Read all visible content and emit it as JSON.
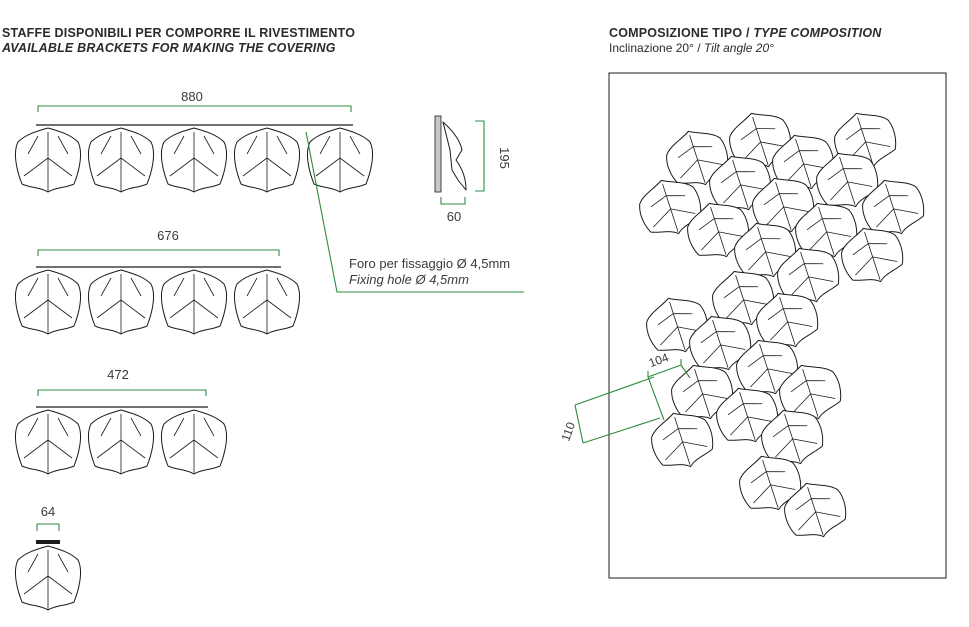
{
  "left_heading": {
    "title_it": "STAFFE DISPONIBILI PER COMPORRE IL RIVESTIMENTO",
    "title_en": "AVAILABLE BRACKETS FOR MAKING THE COVERING"
  },
  "right_heading": {
    "title_it": "COMPOSIZIONE TIPO /",
    "title_en": "TYPE COMPOSITION",
    "subtitle_it": "Inclinazione 20° /",
    "subtitle_en": "Tilt angle 20°"
  },
  "brackets": [
    {
      "width_label": "880",
      "leaves": 5
    },
    {
      "width_label": "676",
      "leaves": 4
    },
    {
      "width_label": "472",
      "leaves": 3
    },
    {
      "width_label": "64",
      "leaves": 1
    }
  ],
  "side_view": {
    "height_label": "195",
    "depth_label": "60"
  },
  "fixing_hole": {
    "label_it": "Foro per fissaggio Ø 4,5mm",
    "label_en": "Fixing hole Ø 4,5mm"
  },
  "composition": {
    "spacing_label": "104",
    "offset_label": "110"
  },
  "colors": {
    "dimension_line": "#2e8b3e",
    "outline": "#1c1c1c",
    "text": "#2b2b2b"
  }
}
